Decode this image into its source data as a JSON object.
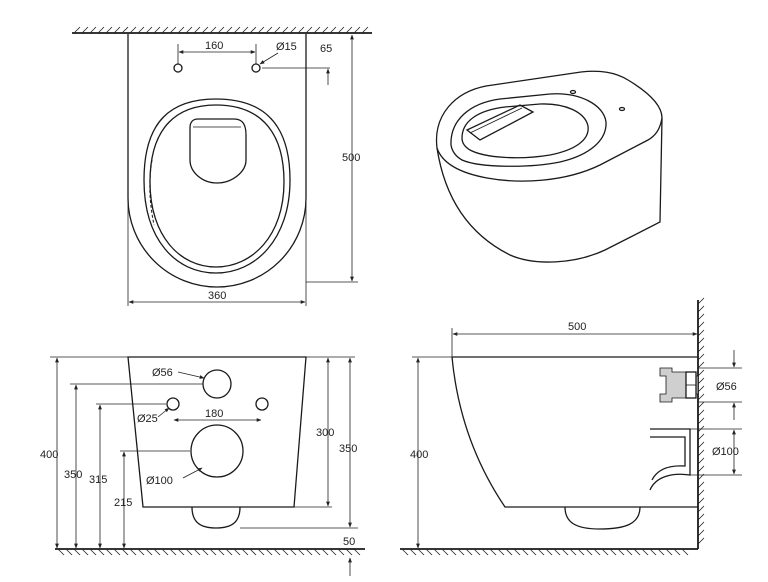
{
  "top_view": {
    "bolt_spacing": "160",
    "bolt_diameter": "Ø15",
    "bolt_offset": "65",
    "length": "500",
    "width": "360"
  },
  "front_view": {
    "water_inlet": "Ø56",
    "bolt_hole": "Ø25",
    "bolt_spacing": "180",
    "outlet": "Ø100",
    "height_total": "400",
    "height_inlet": "350",
    "height_bolts": "315",
    "height_outlet": "215",
    "height_body": "300",
    "height_right": "350",
    "base_offset": "50"
  },
  "side_view": {
    "length": "500",
    "height": "400",
    "inlet": "Ø56",
    "outlet": "Ø100"
  }
}
